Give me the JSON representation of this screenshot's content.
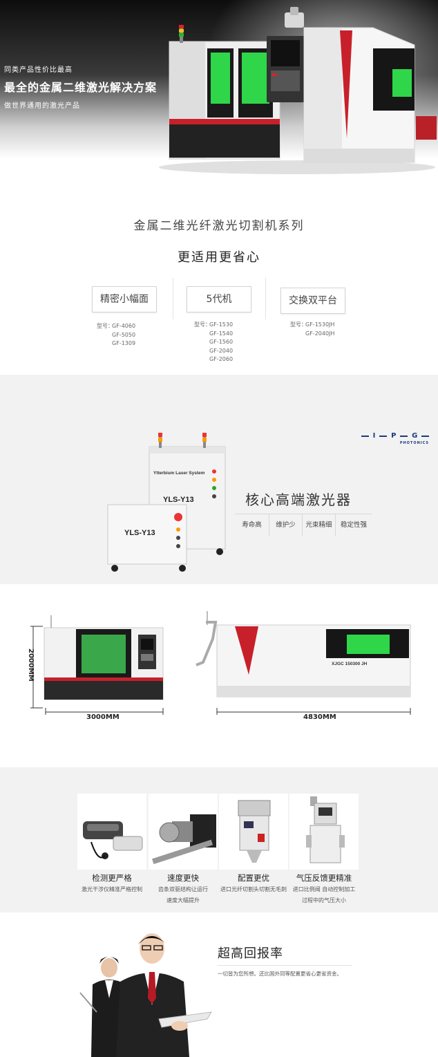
{
  "hero": {
    "line1": "同类产品性价比最高",
    "line2": "最全的金属二维激光解决方案",
    "line3": "做世界通用的激光产品",
    "machine_badge": "V"
  },
  "series": {
    "title": "金属二维光纤激光切割机系列",
    "subtitle": "更适用更省心",
    "models": [
      {
        "name": "精密小幅面",
        "label": "型号：",
        "items": [
          "GF-4060",
          "GF-5050",
          "GF-1309"
        ]
      },
      {
        "name": "5代机",
        "label": "型号：",
        "items": [
          "GF-1530",
          "GF-1540",
          "GF-1560",
          "GF-2040",
          "GF-2060"
        ]
      },
      {
        "name": "交换双平台",
        "label": "型号：",
        "items": [
          "GF-1530JH",
          "GF-2040JH"
        ]
      }
    ]
  },
  "laser": {
    "brand_letters": [
      "I",
      "P",
      "G"
    ],
    "brand_sub": "PHOTONICS",
    "unit_big_caption": "Ytterbium Laser System",
    "unit_big_model": "YLS-Y13",
    "unit_small_model": "YLS-Y13",
    "title": "核心高端激光器",
    "features": [
      "寿命高",
      "维护少",
      "光束精细",
      "稳定性强"
    ]
  },
  "dimensions": {
    "height_label": "2000MM",
    "width_small_label": "3000MM",
    "width_large_label": "4830MM",
    "plate_text": "XJGC 150300 JH"
  },
  "components": [
    {
      "title": "检测更严格",
      "desc": [
        "激光干涉仪精准严格控制"
      ]
    },
    {
      "title": "速度更快",
      "desc": [
        "齿条双驱结构让运行",
        "速度大幅提升"
      ]
    },
    {
      "title": "配置更优",
      "desc": [
        "进口光纤切割头切割无毛刺"
      ]
    },
    {
      "title": "气压反馈更精准",
      "desc": [
        "进口比例阀 自动控制加工",
        "过程中的气压大小"
      ]
    }
  ],
  "roi": {
    "title": "超高回报率",
    "desc": "一切皆为您所想。还比国外同等配置更省心更省资金。"
  },
  "colors": {
    "brand_red": "#c8202a",
    "screen_green": "#2fd64a",
    "ipg_blue": "#1b3a7a"
  }
}
